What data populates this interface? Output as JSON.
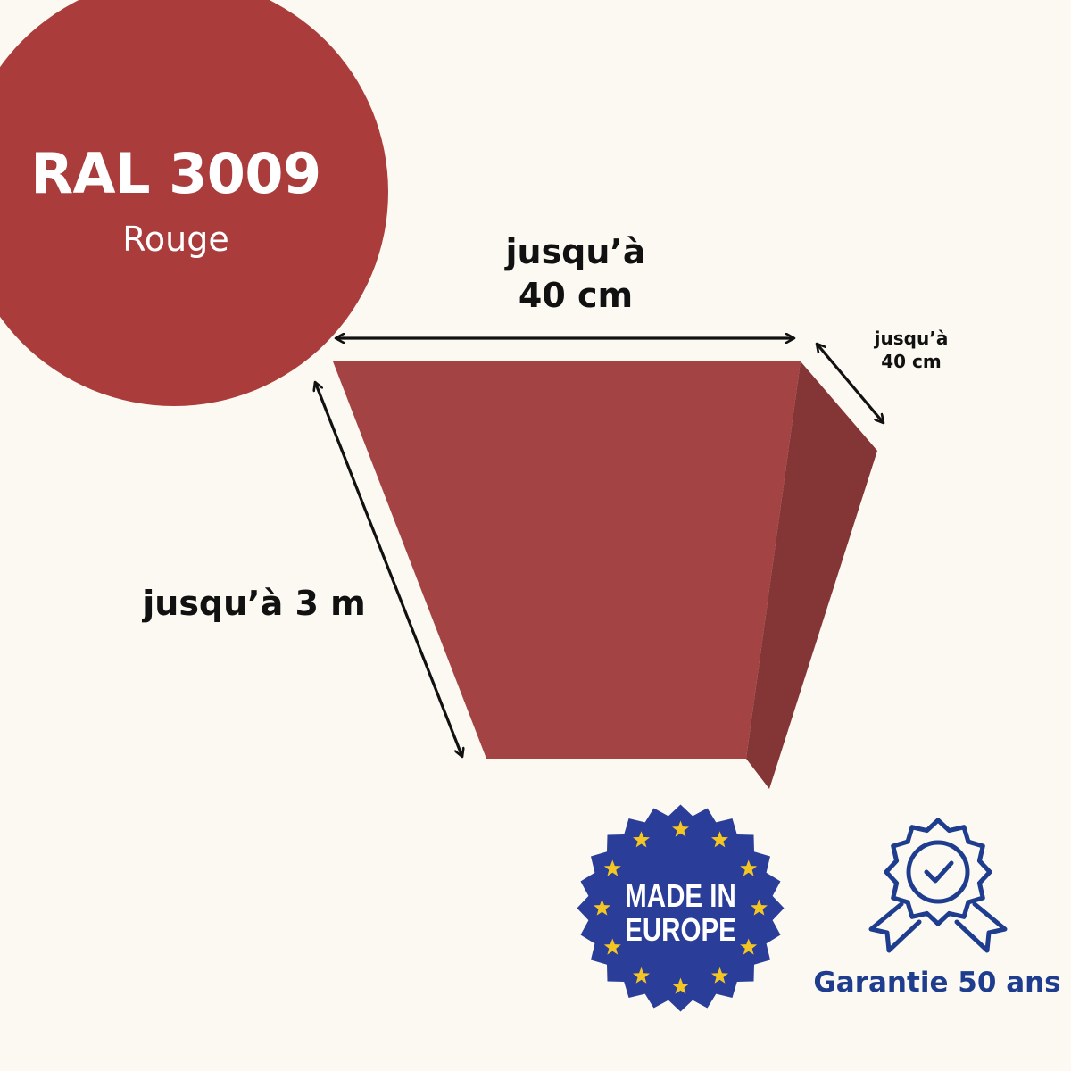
{
  "color_swatch": {
    "code": "RAL 3009",
    "name": "Rouge",
    "color": "#ab3c3c"
  },
  "product": {
    "front_face_color": "#a44343",
    "side_face_color": "#843535"
  },
  "dimensions": {
    "width_label": "jusqu’à 40 cm",
    "width_line1": "jusqu’à",
    "width_line2": "40 cm",
    "depth_line1": "jusqu’à",
    "depth_line2": "40 cm",
    "length_label": "jusqu’à 3 m"
  },
  "badges": {
    "made_in": {
      "line1": "MADE IN",
      "line2": "EUROPE",
      "background": "#2a3d98",
      "star_color": "#f3c623",
      "star_count": 12
    },
    "warranty": {
      "label": "Garantie 50 ans",
      "icon": "rosette-check-icon",
      "color": "#1f3d8f"
    }
  },
  "background": "#fcf9f2"
}
